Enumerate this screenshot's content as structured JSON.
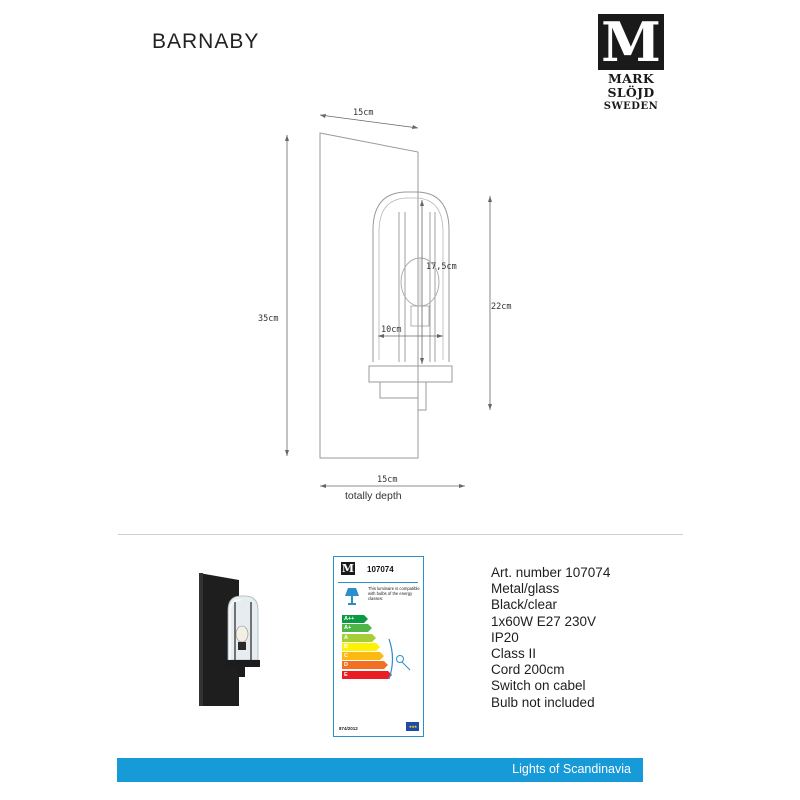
{
  "title": "BARNABY",
  "brand": {
    "mark": "M",
    "line1": "MARK",
    "line2": "SLÖJD",
    "line3": "SWEDEN"
  },
  "dimensions": {
    "width_top": "15cm",
    "height_total": "35cm",
    "height_shade": "22cm",
    "glass_height": "17,5cm",
    "glass_width": "10cm",
    "depth": "15cm",
    "depth_caption": "totally depth"
  },
  "energy_label": {
    "article_number": "107074",
    "compat_text": "This luminaire is compatible with bulbs of the energy classes:",
    "classes": [
      {
        "label": "A++",
        "color": "#0a9a3f"
      },
      {
        "label": "A+",
        "color": "#4fb548"
      },
      {
        "label": "A",
        "color": "#a6ce39"
      },
      {
        "label": "B",
        "color": "#fff200"
      },
      {
        "label": "C",
        "color": "#fdb913"
      },
      {
        "label": "D",
        "color": "#f36f21"
      },
      {
        "label": "E",
        "color": "#ed1c24"
      }
    ],
    "regulation": "874/2012"
  },
  "specs": [
    "Art. number 107074",
    "Metal/glass",
    "Black/clear",
    "1x60W E27 230V",
    "IP20",
    "Class II",
    "Cord 200cm",
    "Switch on cabel",
    "Bulb not included"
  ],
  "footer": {
    "tagline": "Lights of Scandinavia",
    "color": "#179ad8"
  }
}
